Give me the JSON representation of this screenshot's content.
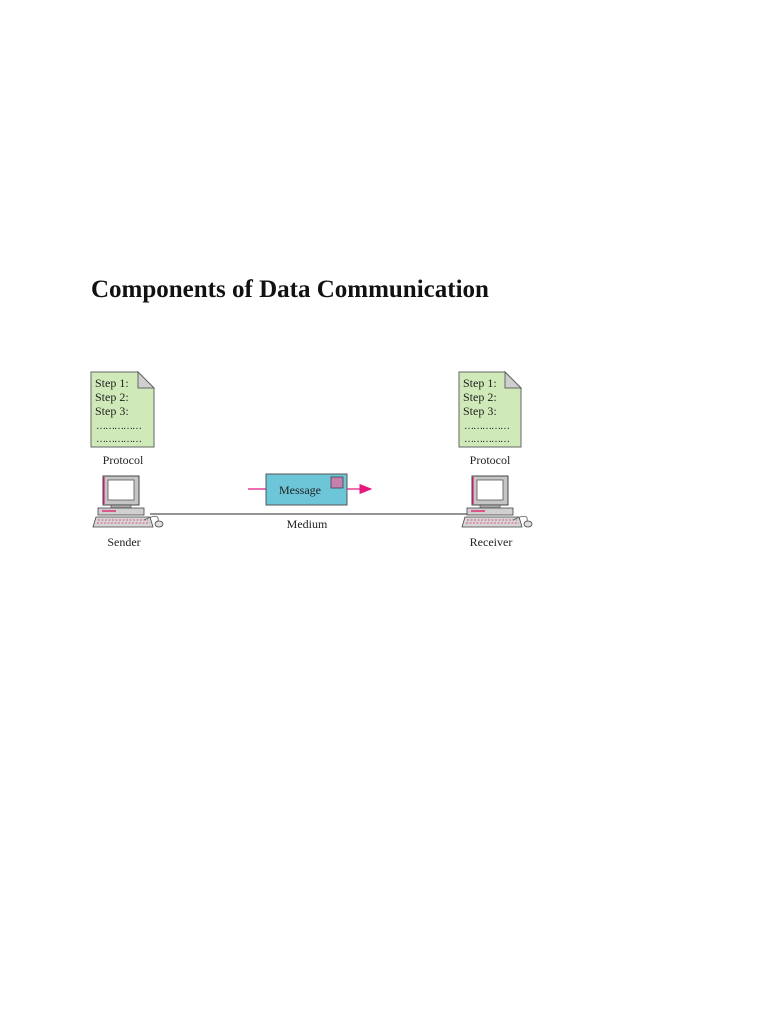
{
  "page": {
    "heading": "Components of Data Communication"
  },
  "diagram": {
    "sender_protocol": {
      "steps": [
        "Step 1:",
        "Step 2:",
        "Step 3:"
      ],
      "dots": [
        "……………",
        "……………"
      ],
      "label": "Protocol"
    },
    "receiver_protocol": {
      "steps": [
        "Step 1:",
        "Step 2:",
        "Step 3:"
      ],
      "dots": [
        "……………",
        "……………"
      ],
      "label": "Protocol"
    },
    "message": "Message",
    "medium": "Medium",
    "sender": "Sender",
    "receiver": "Receiver",
    "colors": {
      "document_fill": "#cfeab8",
      "message_fill": "#6cc6d8",
      "stamp_fill": "#c77fb0",
      "arrow": "#e8177e",
      "keyboard_accent": "#d9578c"
    }
  }
}
